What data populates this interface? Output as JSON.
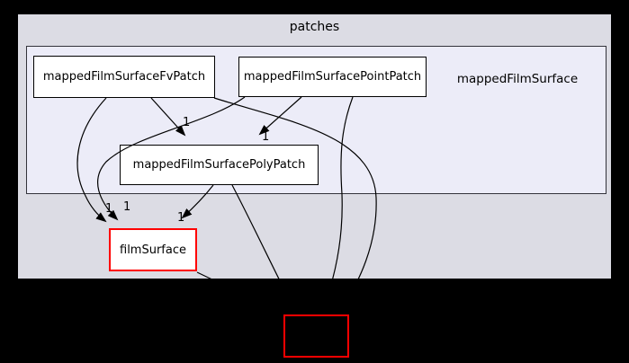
{
  "diagram": {
    "outer_cluster": {
      "label": "patches"
    },
    "inner_cluster": {
      "label": "mappedFilmSurface"
    },
    "nodes": [
      {
        "id": "fvpatch",
        "label": "mappedFilmSurfaceFvPatch",
        "border": "#000000",
        "fill": "#ffffff"
      },
      {
        "id": "pointpatch",
        "label": "mappedFilmSurfacePointPatch",
        "border": "#000000",
        "fill": "#ffffff"
      },
      {
        "id": "polypatch",
        "label": "mappedFilmSurfacePolyPatch",
        "border": "#000000",
        "fill": "#ffffff"
      },
      {
        "id": "filmsurface",
        "label": "filmSurface",
        "border": "#ff0000",
        "fill": "#ffffff"
      },
      {
        "id": "offscreen",
        "label": "",
        "border": "#ff0000",
        "fill": "transparent"
      }
    ],
    "edges": [
      {
        "from": "mappedFilmSurfaceFvPatch",
        "to": "mappedFilmSurfacePolyPatch",
        "label": "1"
      },
      {
        "from": "mappedFilmSurfacePointPatch",
        "to": "mappedFilmSurfacePolyPatch",
        "label": "1"
      },
      {
        "from": "mappedFilmSurfaceFvPatch",
        "to": "filmSurface",
        "label": "1"
      },
      {
        "from": "mappedFilmSurfacePointPatch",
        "to": "filmSurface",
        "label": "1"
      },
      {
        "from": "mappedFilmSurfacePolyPatch",
        "to": "filmSurface",
        "label": "1"
      },
      {
        "from": "mappedFilmSurfacePolyPatch",
        "to": "offscreen",
        "label": ""
      },
      {
        "from": "mappedFilmSurfacePointPatch",
        "to": "offscreen",
        "label": ""
      },
      {
        "from": "mappedFilmSurfaceFvPatch",
        "to": "offscreen",
        "label": ""
      },
      {
        "from": "filmSurface",
        "to": "offscreen",
        "label": ""
      }
    ],
    "colors": {
      "background": "#000000",
      "outer_cluster_fill": "#dcdce4",
      "inner_cluster_fill": "#ececf8",
      "node_fill": "#ffffff",
      "node_border": "#000000",
      "highlight_border": "#ff0000",
      "edge": "#000000",
      "text": "#000000"
    }
  }
}
